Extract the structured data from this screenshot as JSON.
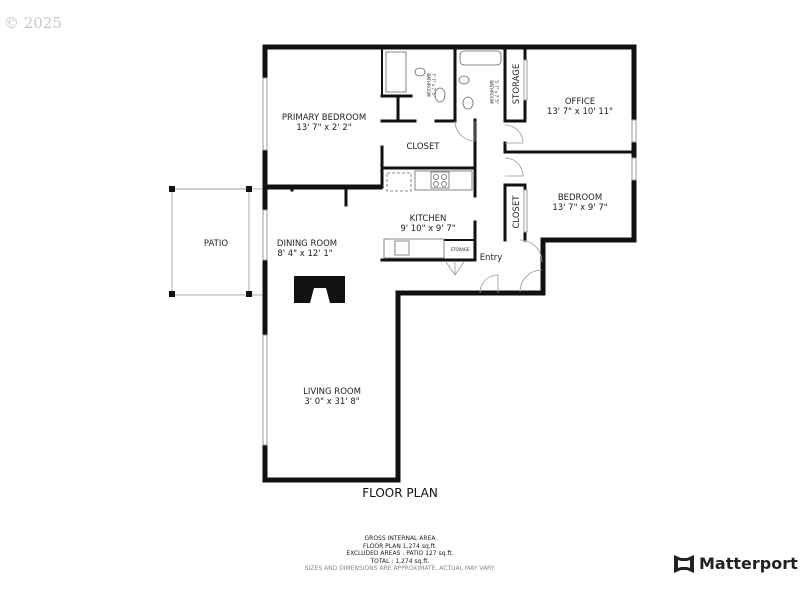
{
  "copyright": "© 2025",
  "rooms": {
    "primary_bedroom": {
      "name": "PRIMARY BEDROOM",
      "dims": "13' 7\" x 2' 2\""
    },
    "bathroom1": {
      "name": "BATHROOM",
      "dims": "7' 7\" x 7' 5\""
    },
    "bathroom2": {
      "name": "BATHROOM",
      "dims": "5' 7\" x 7' 5\""
    },
    "storage1": {
      "name": "STORAGE"
    },
    "office": {
      "name": "OFFICE",
      "dims": "13' 7\" x 10' 11\""
    },
    "closet1": {
      "name": "CLOSET"
    },
    "closet2": {
      "name": "CLOSET"
    },
    "bedroom": {
      "name": "BEDROOM",
      "dims": "13' 7\" x 9' 7\""
    },
    "kitchen": {
      "name": "KITCHEN",
      "dims": "9' 10\" x 9' 7\""
    },
    "storage2": {
      "name": "STORAGE"
    },
    "entry": {
      "name": "Entry"
    },
    "patio": {
      "name": "PATIO"
    },
    "dining_room": {
      "name": "DINING ROOM",
      "dims": "8' 4\" x 12' 1\""
    },
    "living_room": {
      "name": "LIVING ROOM",
      "dims": "3' 0\" x 31' 8\""
    }
  },
  "plan_title": "FLOOR PLAN",
  "area": {
    "heading": "GROSS INTERNAL AREA",
    "floor_plan": "FLOOR PLAN 1,274 sq.ft.",
    "excluded": "EXCLUDED AREAS :  PATIO 127 sq.ft.",
    "total": "TOTAL :  1,274 sq.ft.",
    "note": "SIZES AND DIMENSIONS ARE APPROXIMATE, ACTUAL MAY VARY."
  },
  "brand": {
    "name": "Matterport",
    "icon": "matterport-logo-icon"
  }
}
